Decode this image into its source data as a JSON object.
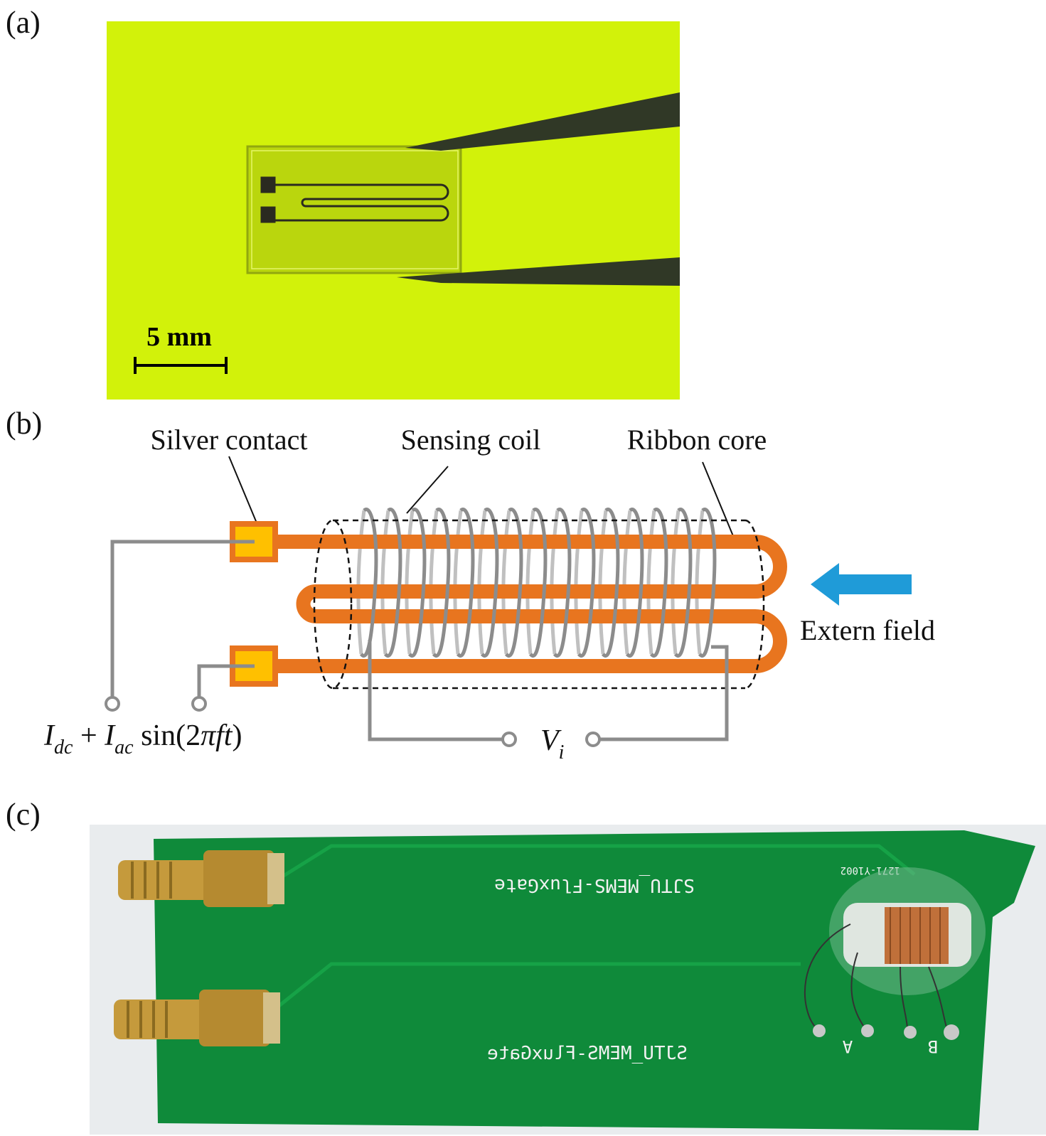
{
  "panels": {
    "a": {
      "label": "(a)",
      "scale_bar": "5 mm"
    },
    "b": {
      "label": "(b)",
      "silver_contact": "Silver contact",
      "sensing_coil": "Sensing coil",
      "ribbon_core": "Ribbon core",
      "extern_field": "Extern field",
      "drive_current": {
        "I1": "I",
        "sub1": "dc",
        "plus": " + ",
        "I2": "I",
        "sub2": "ac",
        "sin": " sin(2",
        "pi": "π",
        "ft": "ft",
        "close": ")"
      },
      "output_voltage": {
        "V": "V",
        "sub": "i"
      }
    },
    "c": {
      "label": "(c)",
      "pcb_text_top": "SJTU_MEMS-FluxGate",
      "pcb_text_bottom": "SJTU_MEMS-FluxGate",
      "pcb_code": "1271-Y1002",
      "pad_a": "A",
      "pad_b": "B"
    }
  },
  "colors": {
    "photo_a_background": "#d2f20a",
    "core": "#e8751f",
    "contact_pad": "#ffc000",
    "coil_wire": "#8c8c8c",
    "field_arrow": "#1f9bd8",
    "pcb_green": "#0f8a3a"
  }
}
